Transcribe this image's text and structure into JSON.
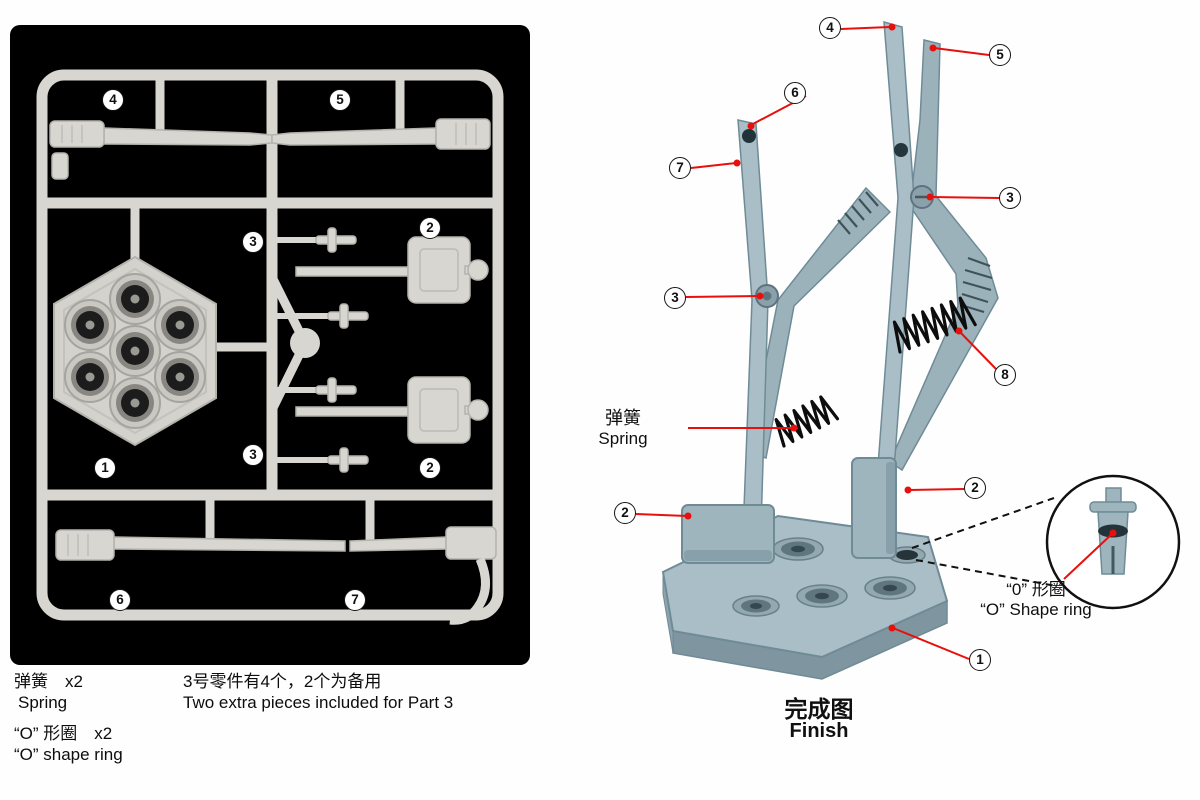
{
  "doc": {
    "kind": "model-kit clamp-stand assembly instructions"
  },
  "colors": {
    "panel_bg": "#000000",
    "part_gray": "#d7d6d1",
    "clamp_blue": "#a9bec7",
    "clamp_dark": "#6f8b96",
    "callout_red": "#e8100c"
  },
  "sprue": {
    "callouts": [
      {
        "n": "4"
      },
      {
        "n": "5"
      },
      {
        "n": "3"
      },
      {
        "n": "2"
      },
      {
        "n": "1"
      },
      {
        "n": "3"
      },
      {
        "n": "2"
      },
      {
        "n": "6"
      },
      {
        "n": "7"
      }
    ]
  },
  "notes": {
    "spring_zh": "弹簧　x2",
    "spring_en": "Spring",
    "oring_zh": "“O” 形圈　x2",
    "oring_en": "“O” shape ring",
    "extra_zh": "3号零件有4个，2个为备用",
    "extra_en": "Two extra pieces included  for Part 3"
  },
  "assembly": {
    "callouts": [
      {
        "n": "4"
      },
      {
        "n": "5"
      },
      {
        "n": "6"
      },
      {
        "n": "7"
      },
      {
        "n": "3"
      },
      {
        "n": "3"
      },
      {
        "n": "8"
      },
      {
        "n": "2"
      },
      {
        "n": "2"
      },
      {
        "n": "1"
      }
    ],
    "spring_label_zh": "弹簧",
    "spring_label_en": "Spring",
    "oring_label_zh": "“0” 形圈",
    "oring_label_en": "“O” Shape ring",
    "finish_zh": "完成图",
    "finish_en": "Finish"
  }
}
